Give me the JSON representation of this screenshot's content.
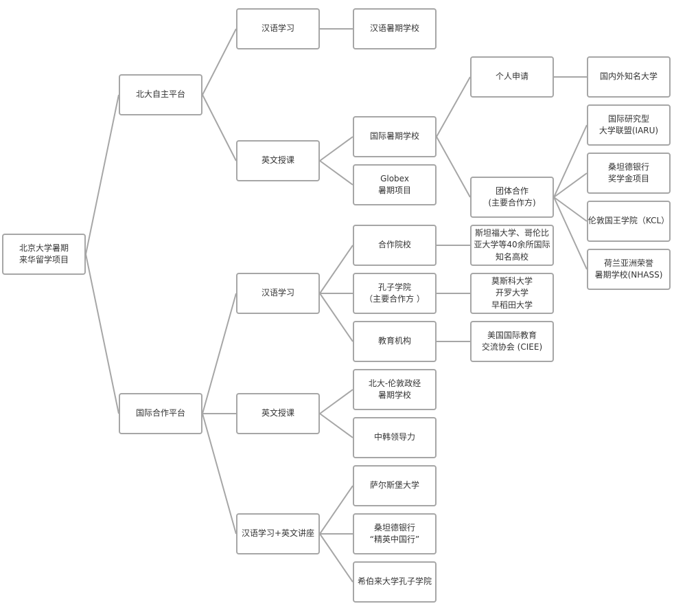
{
  "nodes": {
    "root": {
      "lines": [
        "北京大学暑期",
        "来华留学项目"
      ]
    },
    "pku_platform": {
      "lines": [
        "北大自主平台"
      ]
    },
    "intl_platform": {
      "lines": [
        "国际合作平台"
      ]
    },
    "pku_chinese": {
      "lines": [
        "汉语学习"
      ]
    },
    "pku_english": {
      "lines": [
        "英文授课"
      ]
    },
    "intl_chinese": {
      "lines": [
        "汉语学习"
      ]
    },
    "intl_english": {
      "lines": [
        "英文授课"
      ]
    },
    "intl_mixed": {
      "lines": [
        "汉语学习+英文讲座"
      ]
    },
    "chinese_summer_school": {
      "lines": [
        "汉语暑期学校"
      ]
    },
    "intl_summer_school": {
      "lines": [
        "国际暑期学校"
      ]
    },
    "globex": {
      "lines": [
        "Globex",
        "暑期项目"
      ]
    },
    "partner_schools": {
      "lines": [
        "合作院校"
      ]
    },
    "confucius": {
      "lines": [
        "孔子学院",
        "（主要合作方 ）"
      ]
    },
    "edu_org": {
      "lines": [
        "教育机构"
      ]
    },
    "pku_lse": {
      "lines": [
        "北大-伦敦政经",
        "暑期学校"
      ]
    },
    "china_korea": {
      "lines": [
        "中韩领导力"
      ]
    },
    "salzburg": {
      "lines": [
        "萨尔斯堡大学"
      ]
    },
    "santander_elite": {
      "lines": [
        "桑坦德银行",
        "“精英中国行”"
      ]
    },
    "hebrew": {
      "lines": [
        "希伯来大学孔子学院"
      ]
    },
    "individual": {
      "lines": [
        "个人申请"
      ]
    },
    "group": {
      "lines": [
        "团体合作",
        "(主要合作方)"
      ]
    },
    "stanford": {
      "lines": [
        "斯坦福大学、哥伦比",
        "亚大学等40余所国际",
        "知名高校"
      ]
    },
    "moscow": {
      "lines": [
        "莫斯科大学",
        "开罗大学",
        "早稻田大学"
      ]
    },
    "ciee": {
      "lines": [
        "美国国际教育",
        "交流协会 (CIEE)"
      ]
    },
    "famous_univ": {
      "lines": [
        "国内外知名大学"
      ]
    },
    "iaru": {
      "lines": [
        "国际研究型",
        "大学联盟(IARU)"
      ]
    },
    "santander_scholarship": {
      "lines": [
        "桑坦德银行",
        "奖学金项目"
      ]
    },
    "kcl": {
      "lines": [
        "伦敦国王学院（KCL）"
      ]
    },
    "nhass": {
      "lines": [
        "荷兰亚洲荣誉",
        "暑期学校(NHASS)"
      ]
    }
  }
}
